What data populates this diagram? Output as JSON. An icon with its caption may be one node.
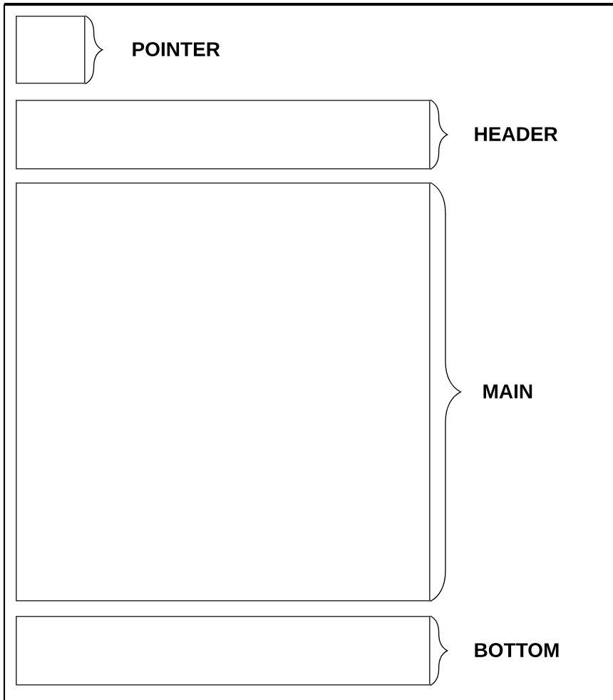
{
  "diagram": {
    "nodes": [
      {
        "text": [],
        "shape": "box",
        "beside": [
          "POINTER"
        ]
      },
      {
        "text": [],
        "shape": "box",
        "beside": [
          "HEADER"
        ]
      },
      {
        "text": [],
        "shape": "box",
        "beside": [
          "MAIN"
        ]
      },
      {
        "text": [],
        "shape": "box",
        "beside": [
          "BOTTOM"
        ]
      }
    ]
  }
}
